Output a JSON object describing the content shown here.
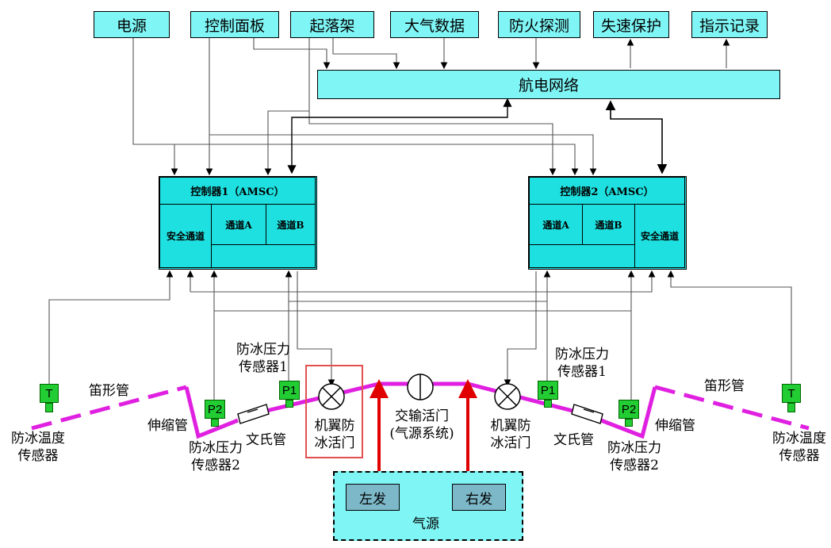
{
  "top_systems": [
    "电源",
    "控制面板",
    "起落架",
    "大气数据",
    "防火探测",
    "失速保护",
    "指示记录"
  ],
  "network": "航电网络",
  "controller1": {
    "title": "控制器1（AMSC）",
    "safety": "安全通道",
    "ch_a": "通道A",
    "ch_b": "通道B"
  },
  "controller2": {
    "title": "控制器2（AMSC）",
    "safety": "安全通道",
    "ch_a": "通道A",
    "ch_b": "通道B"
  },
  "labels": {
    "temp_sensor": "防冰温度\n传感器",
    "piccolo": "笛形管",
    "telescopic": "伸缩管",
    "venturi": "文氏管",
    "pressure2": "防冰压力\n传感器2",
    "pressure1": "防冰压力\n传感器1",
    "wing_valve": "机翼防\n冰活门",
    "crossfeed": "交输活门\n(气源系统)"
  },
  "sensor_tags": {
    "t": "T",
    "p1": "P1",
    "p2": "P2"
  },
  "source": {
    "title": "气源",
    "left": "左发",
    "right": "右发"
  },
  "colors": {
    "box_fill": "#7ff5f5",
    "controller_fill": "#1fe0e0",
    "duct": "#e020e0",
    "hot_air": "#e00000",
    "sensor": "#22cc33",
    "highlight": "#e05050"
  }
}
